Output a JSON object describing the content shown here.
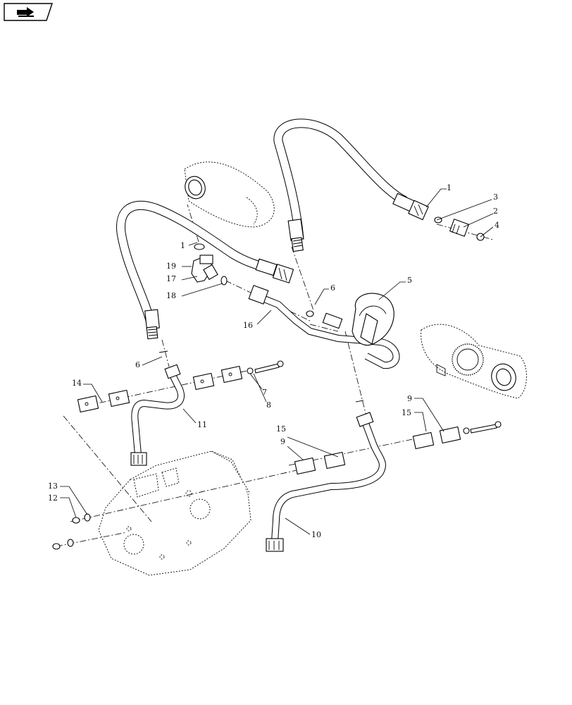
{
  "nav": {
    "icon": "next-page-arrow-icon"
  },
  "callouts": [
    {
      "id": "c1a",
      "text": "1"
    },
    {
      "id": "c3",
      "text": "3"
    },
    {
      "id": "c2",
      "text": "2"
    },
    {
      "id": "c4",
      "text": "4"
    },
    {
      "id": "c5",
      "text": "5"
    },
    {
      "id": "c1b",
      "text": "1"
    },
    {
      "id": "c19",
      "text": "19"
    },
    {
      "id": "c17",
      "text": "17"
    },
    {
      "id": "c18",
      "text": "18"
    },
    {
      "id": "c6a",
      "text": "6"
    },
    {
      "id": "c16",
      "text": "16"
    },
    {
      "id": "c6b",
      "text": "6"
    },
    {
      "id": "c14",
      "text": "14"
    },
    {
      "id": "c11",
      "text": "11"
    },
    {
      "id": "c7",
      "text": "7"
    },
    {
      "id": "c8",
      "text": "8"
    },
    {
      "id": "c9a",
      "text": "9"
    },
    {
      "id": "c15a",
      "text": "15"
    },
    {
      "id": "c15b",
      "text": "15"
    },
    {
      "id": "c9b",
      "text": "9"
    },
    {
      "id": "c13",
      "text": "13"
    },
    {
      "id": "c12",
      "text": "12"
    },
    {
      "id": "c10",
      "text": "10"
    }
  ]
}
